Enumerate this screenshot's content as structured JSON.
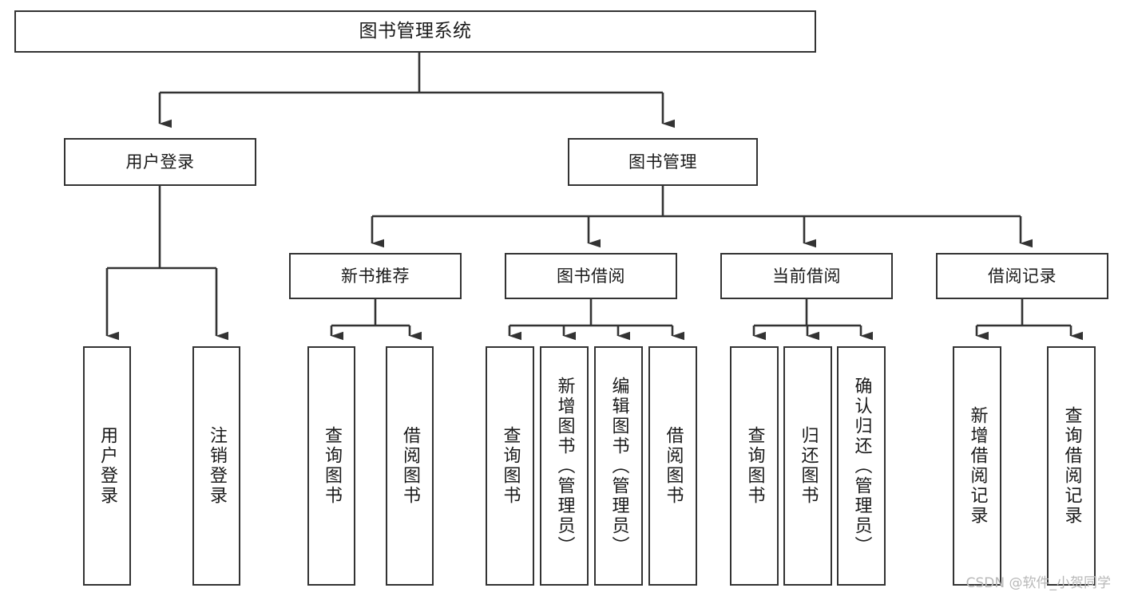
{
  "diagram": {
    "title": "图书管理系统",
    "watermark": "CSDN @软件_小贺同学",
    "colors": {
      "box_border": "#333333",
      "box_fill": "#ffffff",
      "edge": "#333333",
      "text": "#1a1a1a",
      "watermark": "#b8b8b8",
      "background": "#ffffff"
    },
    "root": {
      "id": "root",
      "label": "图书管理系统"
    },
    "level2": [
      {
        "id": "user-login",
        "label": "用户登录"
      },
      {
        "id": "book-manage",
        "label": "图书管理"
      }
    ],
    "level3": [
      {
        "id": "new-book-rec",
        "label": "新书推荐",
        "parent": "book-manage"
      },
      {
        "id": "book-borrow",
        "label": "图书借阅",
        "parent": "book-manage"
      },
      {
        "id": "current-borrow",
        "label": "当前借阅",
        "parent": "book-manage"
      },
      {
        "id": "borrow-record",
        "label": "借阅记录",
        "parent": "book-manage"
      }
    ],
    "leaves": {
      "user_login": [
        {
          "id": "leaf-user-login",
          "label": "用户登录"
        },
        {
          "id": "leaf-logout",
          "label": "注销登录"
        }
      ],
      "new_book_rec": [
        {
          "id": "leaf-query-book-1",
          "label": "查询图书"
        },
        {
          "id": "leaf-borrow-book-1",
          "label": "借阅图书"
        }
      ],
      "book_borrow": [
        {
          "id": "leaf-query-book-2",
          "label": "查询图书"
        },
        {
          "id": "leaf-add-book",
          "label": "新增图书（管理员）"
        },
        {
          "id": "leaf-edit-book",
          "label": "编辑图书（管理员）"
        },
        {
          "id": "leaf-borrow-book-2",
          "label": "借阅图书"
        }
      ],
      "current_borrow": [
        {
          "id": "leaf-query-book-3",
          "label": "查询图书"
        },
        {
          "id": "leaf-return-book",
          "label": "归还图书"
        },
        {
          "id": "leaf-confirm-return",
          "label": "确认归还（管理员）"
        }
      ],
      "borrow_record": [
        {
          "id": "leaf-add-record",
          "label": "新增借阅记录"
        },
        {
          "id": "leaf-query-record",
          "label": "查询借阅记录"
        }
      ]
    }
  }
}
